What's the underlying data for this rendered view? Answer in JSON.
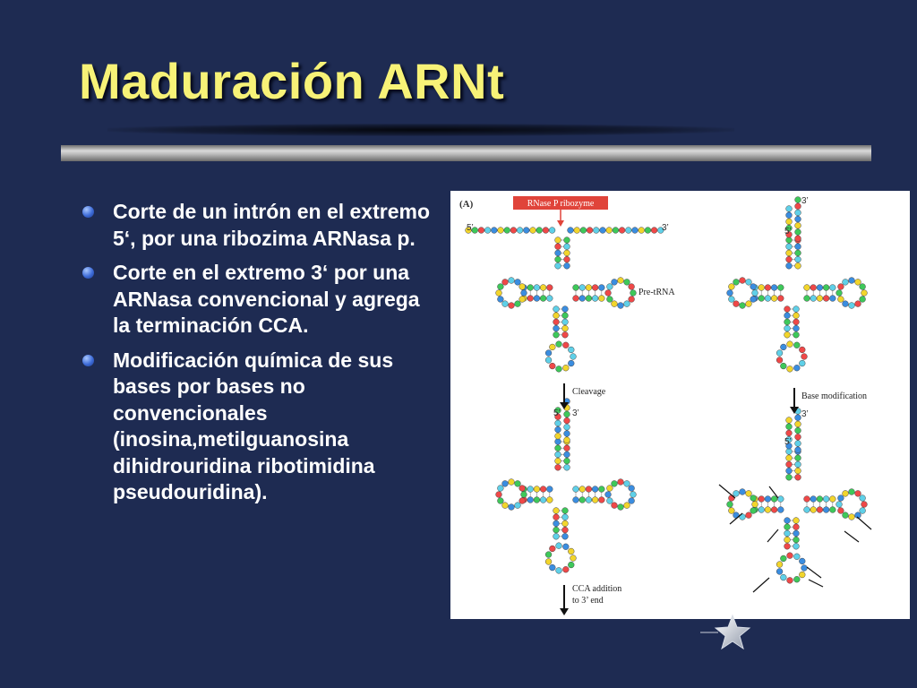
{
  "slide": {
    "title": "Maduración ARNt",
    "bullets": [
      "Corte de un intrón en el extremo 5‘, por una ribozima ARNasa p.",
      "Corte en el extremo 3‘ por una ARNasa convencional y agrega la terminación CCA.",
      "Modificación química de sus bases por bases no convencionales (inosina,metilguanosina dihidrouridina ribotimidina pseudouridina)."
    ]
  },
  "figure": {
    "panel_label": "(A)",
    "enzyme_label": "RNase P ribozyme",
    "pre_trna_label": "Pre-tRNA",
    "cleavage_label": "Cleavage",
    "cca_label_line1": "CCA addition",
    "cca_label_line2": "to 3’ end",
    "base_mod_label": "Base modification",
    "five_prime": "5’",
    "three_prime": "3’"
  },
  "colors": {
    "background": "#1e2b52",
    "title": "#f7f277",
    "text": "#ffffff",
    "bullet": "#3d6bd8"
  },
  "icons": [
    "bullet-dot-icon",
    "star-icon"
  ]
}
